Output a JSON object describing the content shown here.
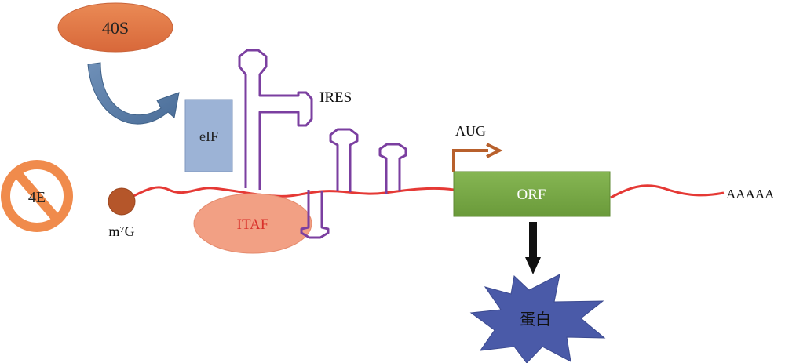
{
  "labels": {
    "ribosome_40s": "40S",
    "eif": "eIF",
    "ires": "IRES",
    "cap_binding_4e": "4E",
    "cap_m7g": "m⁷G",
    "itaf": "ITAF",
    "start_codon": "AUG",
    "orf": "ORF",
    "poly_a": "AAAAA",
    "protein": "蛋白"
  },
  "colors": {
    "mrna": "#e53935",
    "ires_loops": "#7b3fa0",
    "ribosome_fill": "#e07a45",
    "eif_fill": "#9cb3d6",
    "arrow_fill": "#5a7fa8",
    "forbidden": "#f08b4c",
    "cap": "#b5562a",
    "itaf_fill": "#f2a084",
    "itaf_text": "#d9302a",
    "aug_arrow": "#b8602c",
    "orf_fill": "#76a544",
    "protein_fill": "#4a5aa8",
    "down_arrow": "#000000"
  }
}
